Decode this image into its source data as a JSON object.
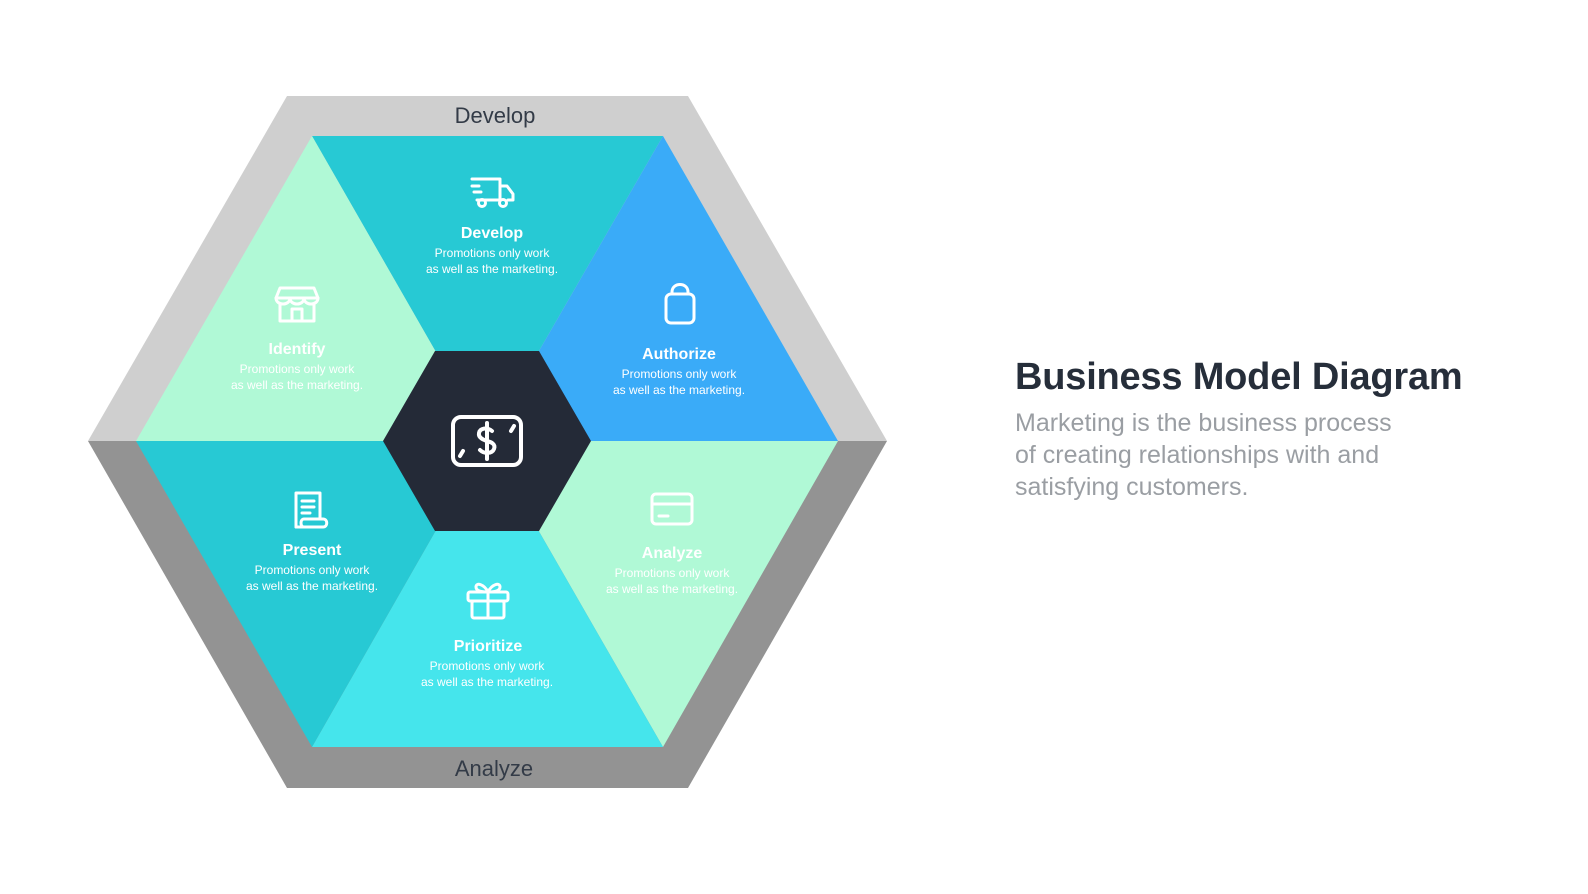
{
  "slide": {
    "title": "Business Model Diagram",
    "description": "Marketing is the business process of creating relationships with and satisfying customers."
  },
  "frame": {
    "top_label": "Develop",
    "bottom_label": "Analyze",
    "top_color": "#cfcfcf",
    "bottom_color": "#939393"
  },
  "center": {
    "icon": "dollar-bill-icon",
    "color": "#242a37"
  },
  "segments": [
    {
      "id": "develop",
      "title": "Develop",
      "desc_line1": "Promotions  only work",
      "desc_line2": "as well as the marketing.",
      "icon": "truck-icon",
      "color": "#27c9d4",
      "text_color": "#ffffff"
    },
    {
      "id": "authorize",
      "title": "Authorize",
      "desc_line1": "Promotions  only work",
      "desc_line2": "as well as the marketing.",
      "icon": "shopping-bag-icon",
      "color": "#3aabf8",
      "text_color": "#ffffff"
    },
    {
      "id": "analyze",
      "title": "Analyze",
      "desc_line1": "Promotions  only work",
      "desc_line2": "as well as the marketing.",
      "icon": "credit-card-icon",
      "color": "#b0f9d6",
      "text_color": "#ffffff"
    },
    {
      "id": "prioritize",
      "title": "Prioritize",
      "desc_line1": "Promotions  only work",
      "desc_line2": "as well as the marketing.",
      "icon": "gift-icon",
      "color": "#45e5ec",
      "text_color": "#ffffff"
    },
    {
      "id": "present",
      "title": "Present",
      "desc_line1": "Promotions  only work",
      "desc_line2": "as well as the marketing.",
      "icon": "receipt-icon",
      "color": "#27c9d4",
      "text_color": "#ffffff"
    },
    {
      "id": "identify",
      "title": "Identify",
      "desc_line1": "Promotions  only work",
      "desc_line2": "as well as the marketing.",
      "icon": "storefront-icon",
      "color": "#b0f9d6",
      "text_color": "#ffffff"
    }
  ]
}
